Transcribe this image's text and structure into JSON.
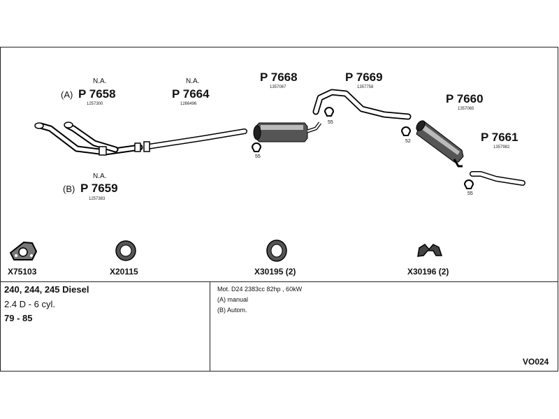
{
  "parts": [
    {
      "variant": "(A)",
      "na": "N.A.",
      "part": "P 7658",
      "ref": "1257300"
    },
    {
      "variant": "",
      "na": "N.A.",
      "part": "P 7664",
      "ref": "1266496"
    },
    {
      "variant": "",
      "na": "",
      "part": "P 7668",
      "ref": "1357067"
    },
    {
      "variant": "",
      "na": "",
      "part": "P 7669",
      "ref": "1357758"
    },
    {
      "variant": "",
      "na": "",
      "part": "P 7660",
      "ref": "1357065"
    },
    {
      "variant": "",
      "na": "",
      "part": "P 7661",
      "ref": "1357982"
    },
    {
      "variant": "(B)",
      "na": "N.A.",
      "part": "P 7659",
      "ref": "1257383"
    }
  ],
  "clamp_sizes": [
    "55",
    "55",
    "52",
    "55"
  ],
  "hardware": [
    {
      "code": "X75103",
      "icon": "gasket-icon"
    },
    {
      "code": "X20115",
      "icon": "ring-icon"
    },
    {
      "code": "X30195 (2)",
      "icon": "ring-icon"
    },
    {
      "code": "X30196 (2)",
      "icon": "rubber-hanger-icon"
    }
  ],
  "vehicle": {
    "model": "240, 244, 245 Diesel",
    "engine": "2.4 D - 6 cyl.",
    "years": "79 - 85"
  },
  "notes": [
    "Mot. D24 2383cc 82hp , 60kW",
    "(A) manual",
    "(B) Autom."
  ],
  "diagram_code": "VO024"
}
